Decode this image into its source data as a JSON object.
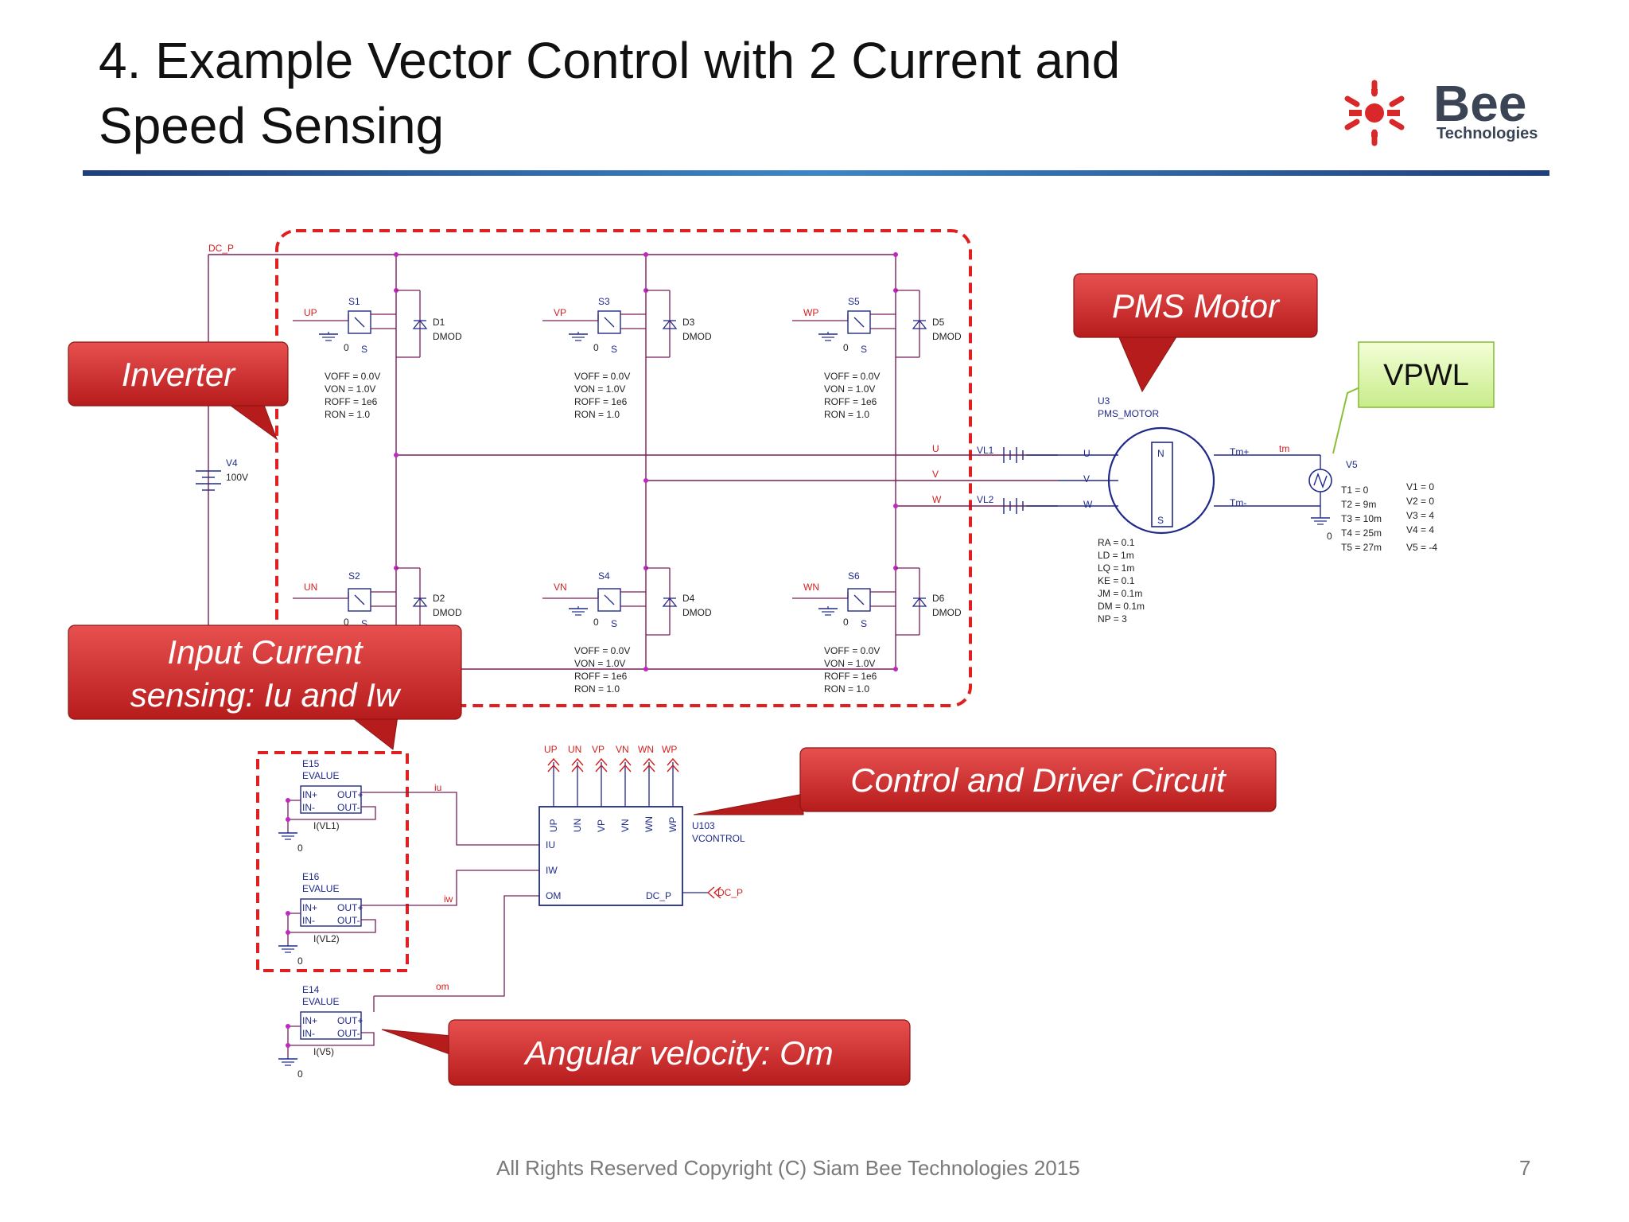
{
  "slide": {
    "title_line1": "4. Example Vector Control with 2 Current and",
    "title_line2": "Speed Sensing",
    "footer": "All Rights Reserved Copyright (C) Siam Bee Technologies 2015",
    "page_number": "7",
    "accent_color": "#1f4e9a",
    "callout_color": "#d32f2f"
  },
  "logo": {
    "word": "Bee",
    "subword": "Technologies",
    "icon": "bee-logo-icon"
  },
  "callouts": {
    "inverter": "Inverter",
    "pms_motor": "PMS Motor",
    "vpwl": "VPWL",
    "input_current_l1": "Input Current",
    "input_current_l2": "sensing: Iu and Iw",
    "control": "Control and Driver Circuit",
    "angular": "Angular velocity: Om"
  },
  "schematic": {
    "dc_p": "DC_P",
    "v4_name": "V4",
    "v4_value": "100V",
    "switch_model": "DMOD",
    "switch_params": [
      "VOFF = 0.0V",
      "VON = 1.0V",
      "ROFF = 1e6",
      "RON = 1.0"
    ],
    "top_switches": [
      {
        "name": "S1",
        "drive": "UP",
        "diode": "D1"
      },
      {
        "name": "S3",
        "drive": "VP",
        "diode": "D3"
      },
      {
        "name": "S5",
        "drive": "WP",
        "diode": "D5"
      }
    ],
    "bottom_switches": [
      {
        "name": "S2",
        "drive": "UN",
        "diode": "D2"
      },
      {
        "name": "S4",
        "drive": "VN",
        "diode": "D4"
      },
      {
        "name": "S6",
        "drive": "WN",
        "diode": "D6"
      }
    ],
    "ground": "0",
    "s_pin": "S",
    "phases": [
      "U",
      "V",
      "W"
    ],
    "vl1": "VL1",
    "vl2": "VL2",
    "motor": {
      "ref": "U3",
      "part": "PMS_MOTOR",
      "pin_u": "U",
      "pin_v": "V",
      "pin_w": "W",
      "pole_n": "N",
      "pole_s": "S",
      "tm_plus": "Tm+",
      "tm_minus": "Tm-",
      "params": [
        "RA = 0.1",
        "LD = 1m",
        "LQ = 1m",
        "KE = 0.1",
        "JM = 0.1m",
        "DM = 0.1m",
        "NP = 3"
      ]
    },
    "tm_net": "tm",
    "v5": {
      "name": "V5",
      "t": [
        "T1 = 0",
        "T2 = 9m",
        "T3 = 10m",
        "T4 = 25m",
        "T5 = 27m"
      ],
      "v": [
        "V1 = 0",
        "V2 = 0",
        "V3 = 4",
        "V4 = 4",
        "V5 = -4"
      ]
    },
    "evalues": [
      {
        "ref": "E15",
        "type": "EVALUE",
        "expr": "I(VL1)",
        "net": "iu"
      },
      {
        "ref": "E16",
        "type": "EVALUE",
        "expr": "I(VL2)",
        "net": "iw"
      },
      {
        "ref": "E14",
        "type": "EVALUE",
        "expr": "I(V5)",
        "net": "om"
      }
    ],
    "ev_pins": {
      "in_p": "IN+",
      "in_n": "IN-",
      "out_p": "OUT+",
      "out_n": "OUT-"
    },
    "control_block": {
      "ref": "U103",
      "part": "VCONTROL",
      "top_ports": [
        "UP",
        "UN",
        "VP",
        "VN",
        "WN",
        "WP"
      ],
      "in_iu": "IU",
      "in_iw": "IW",
      "in_om": "OM",
      "out_dc": "DC_P",
      "dc_label": "DC_P"
    }
  }
}
